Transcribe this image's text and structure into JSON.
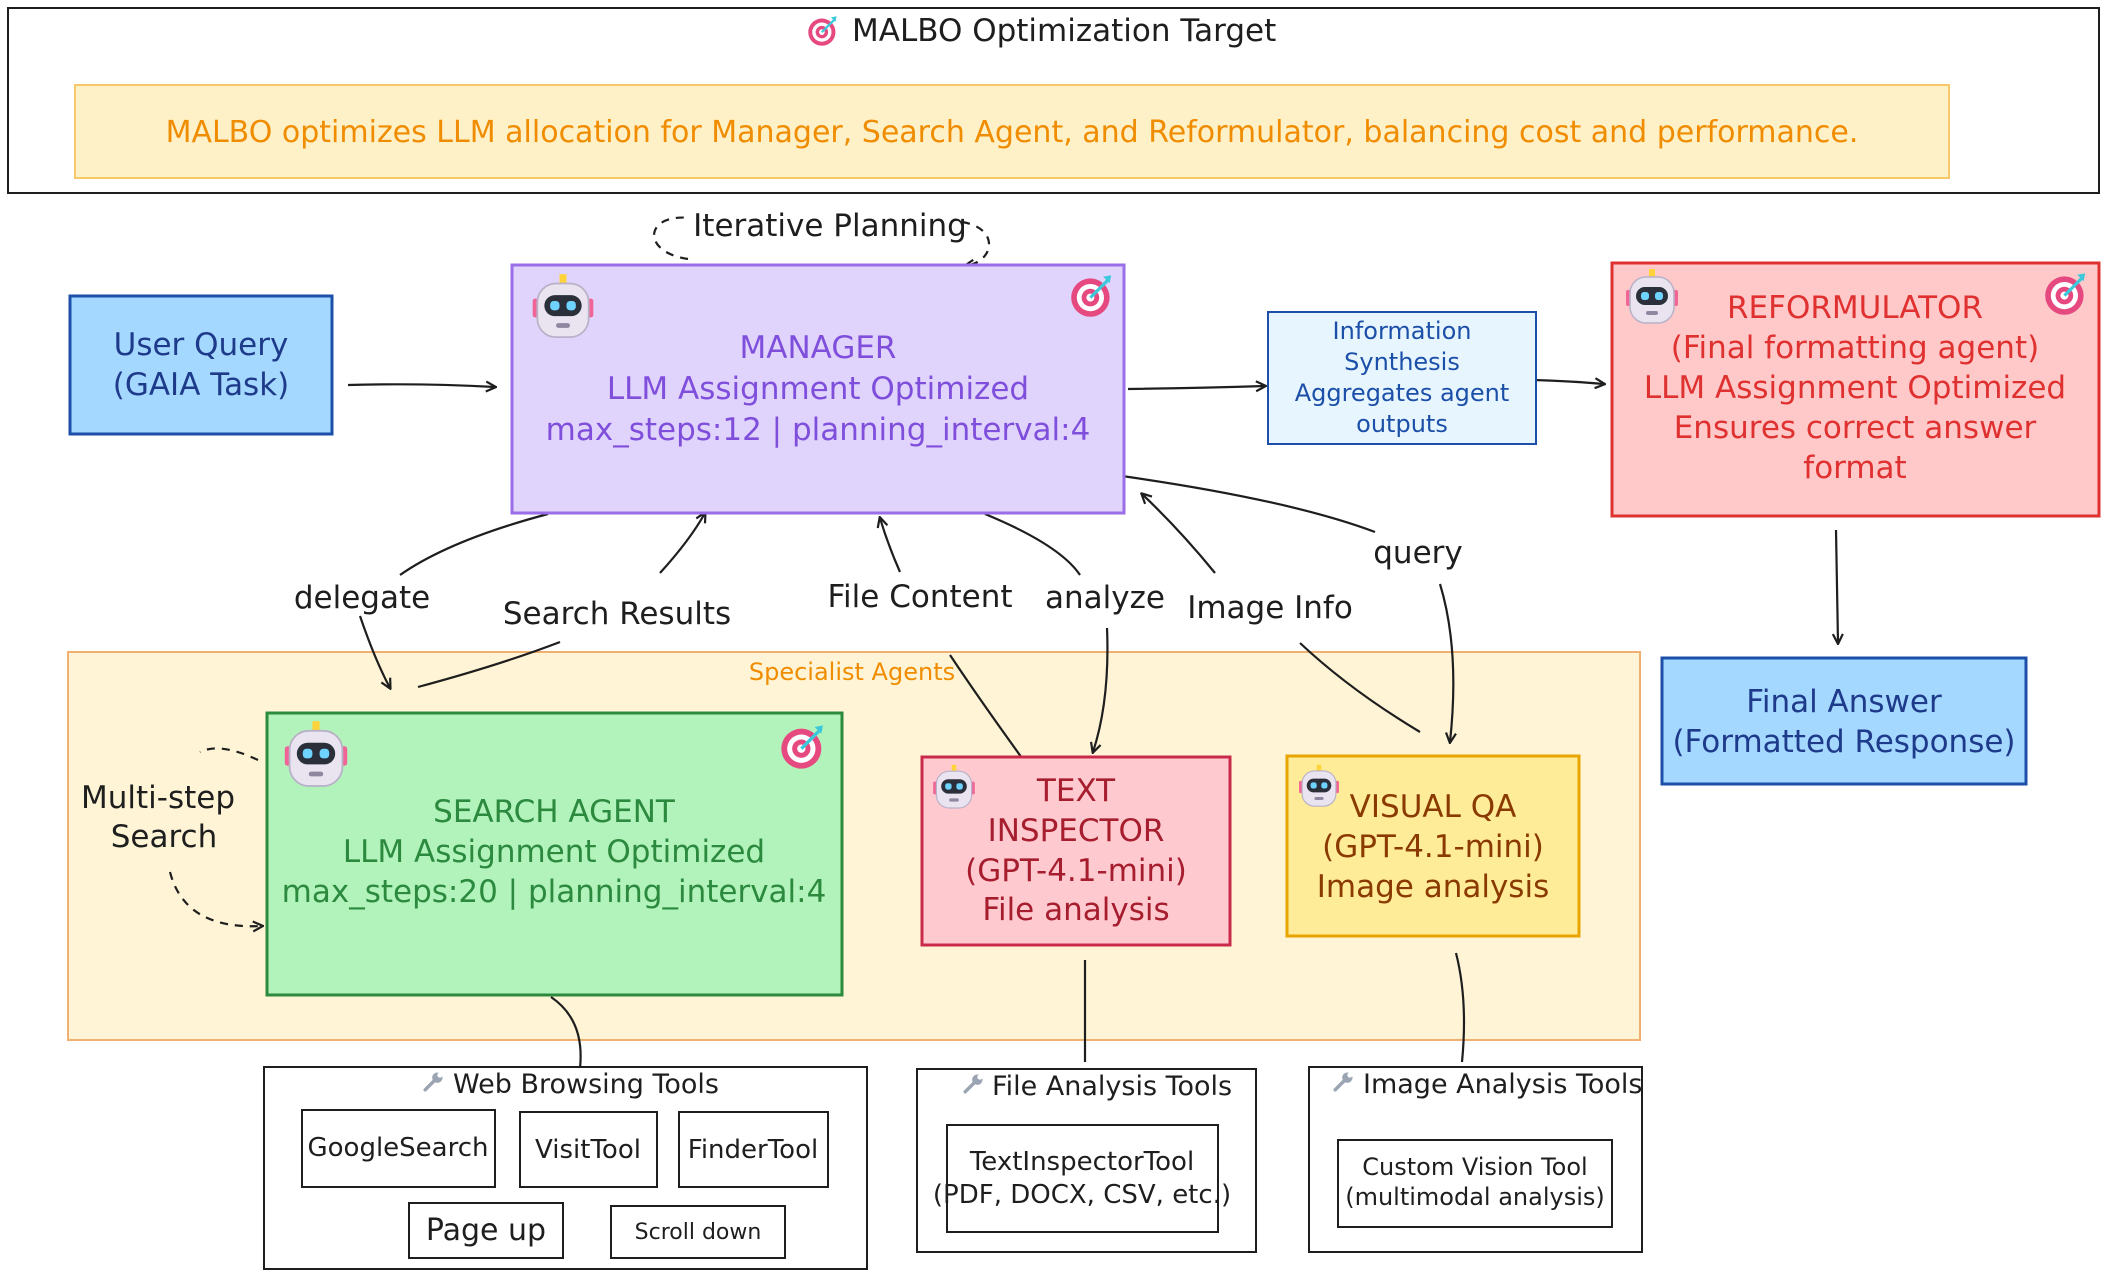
{
  "header": {
    "title": "MALBO Optimization Target",
    "title_icon": "target-icon",
    "banner": "MALBO optimizes LLM allocation for Manager, Search Agent, and Reformulator, balancing cost and performance."
  },
  "nodes": {
    "user_query": [
      "User Query",
      "(GAIA Task)"
    ],
    "manager": [
      "MANAGER",
      "LLM Assignment Optimized",
      "max_steps:12 | planning_interval:4"
    ],
    "info_synthesis": [
      "Information",
      "Synthesis",
      "Aggregates agent",
      "outputs"
    ],
    "reformulator": [
      "REFORMULATOR",
      "(Final formatting agent)",
      "LLM Assignment Optimized",
      "Ensures correct answer",
      "format"
    ],
    "final_answer": [
      "Final Answer",
      "(Formatted Response)"
    ],
    "search_agent": [
      "SEARCH AGENT",
      "LLM Assignment Optimized",
      "max_steps:20 | planning_interval:4"
    ],
    "text_inspector": [
      "TEXT",
      "INSPECTOR",
      "(GPT-4.1-mini)",
      "File analysis"
    ],
    "visual_qa": [
      "VISUAL QA",
      "(GPT-4.1-mini)",
      "Image analysis"
    ]
  },
  "group_label": "Specialist Agents",
  "edge_labels": {
    "iterative_planning": "Iterative Planning",
    "delegate": "delegate",
    "search_results": "Search Results",
    "file_content": "File Content",
    "analyze": "analyze",
    "image_info": "Image Info",
    "query": "query",
    "multi_step_search": [
      "Multi-step",
      "Search"
    ]
  },
  "tool_groups": {
    "web": {
      "title": "Web Browsing Tools",
      "icon": "wrench-icon",
      "tools": [
        "GoogleSearch",
        "VisitTool",
        "FinderTool",
        "Page up",
        "Scroll down"
      ]
    },
    "file": {
      "title": "File Analysis Tools",
      "icon": "wrench-icon",
      "tools": [
        [
          "TextInspectorTool",
          "(PDF, DOCX, CSV, etc.)"
        ]
      ]
    },
    "image": {
      "title": "Image Analysis Tools",
      "icon": "wrench-icon",
      "tools": [
        [
          "Custom Vision Tool",
          "(multimodal analysis)"
        ]
      ]
    }
  },
  "colors": {
    "banner_fill": "#fff1c7",
    "banner_text": "#f08c00",
    "user_fill": "#a5d8ff",
    "user_stroke": "#1c4fa8",
    "manager_fill": "#e0d4fd",
    "manager_stroke": "#9a6ee6",
    "manager_text": "#7f4fdc",
    "info_fill": "#e7f5ff",
    "info_stroke": "#1c4fa8",
    "reform_fill": "#ffc9c9",
    "reform_stroke": "#e03131",
    "reform_text": "#e03131",
    "search_fill": "#b2f2bb",
    "search_stroke": "#2b8a3e",
    "search_text": "#2b8a3e",
    "text_fill": "#ffc9d0",
    "text_stroke": "#c92a4a",
    "text_text": "#a61e2e",
    "visual_fill": "#ffec99",
    "visual_stroke": "#e8a400",
    "visual_text": "#8a3a00",
    "group_fill": "#fff5d6",
    "group_stroke": "#f0b070",
    "group_text": "#f08c00"
  }
}
